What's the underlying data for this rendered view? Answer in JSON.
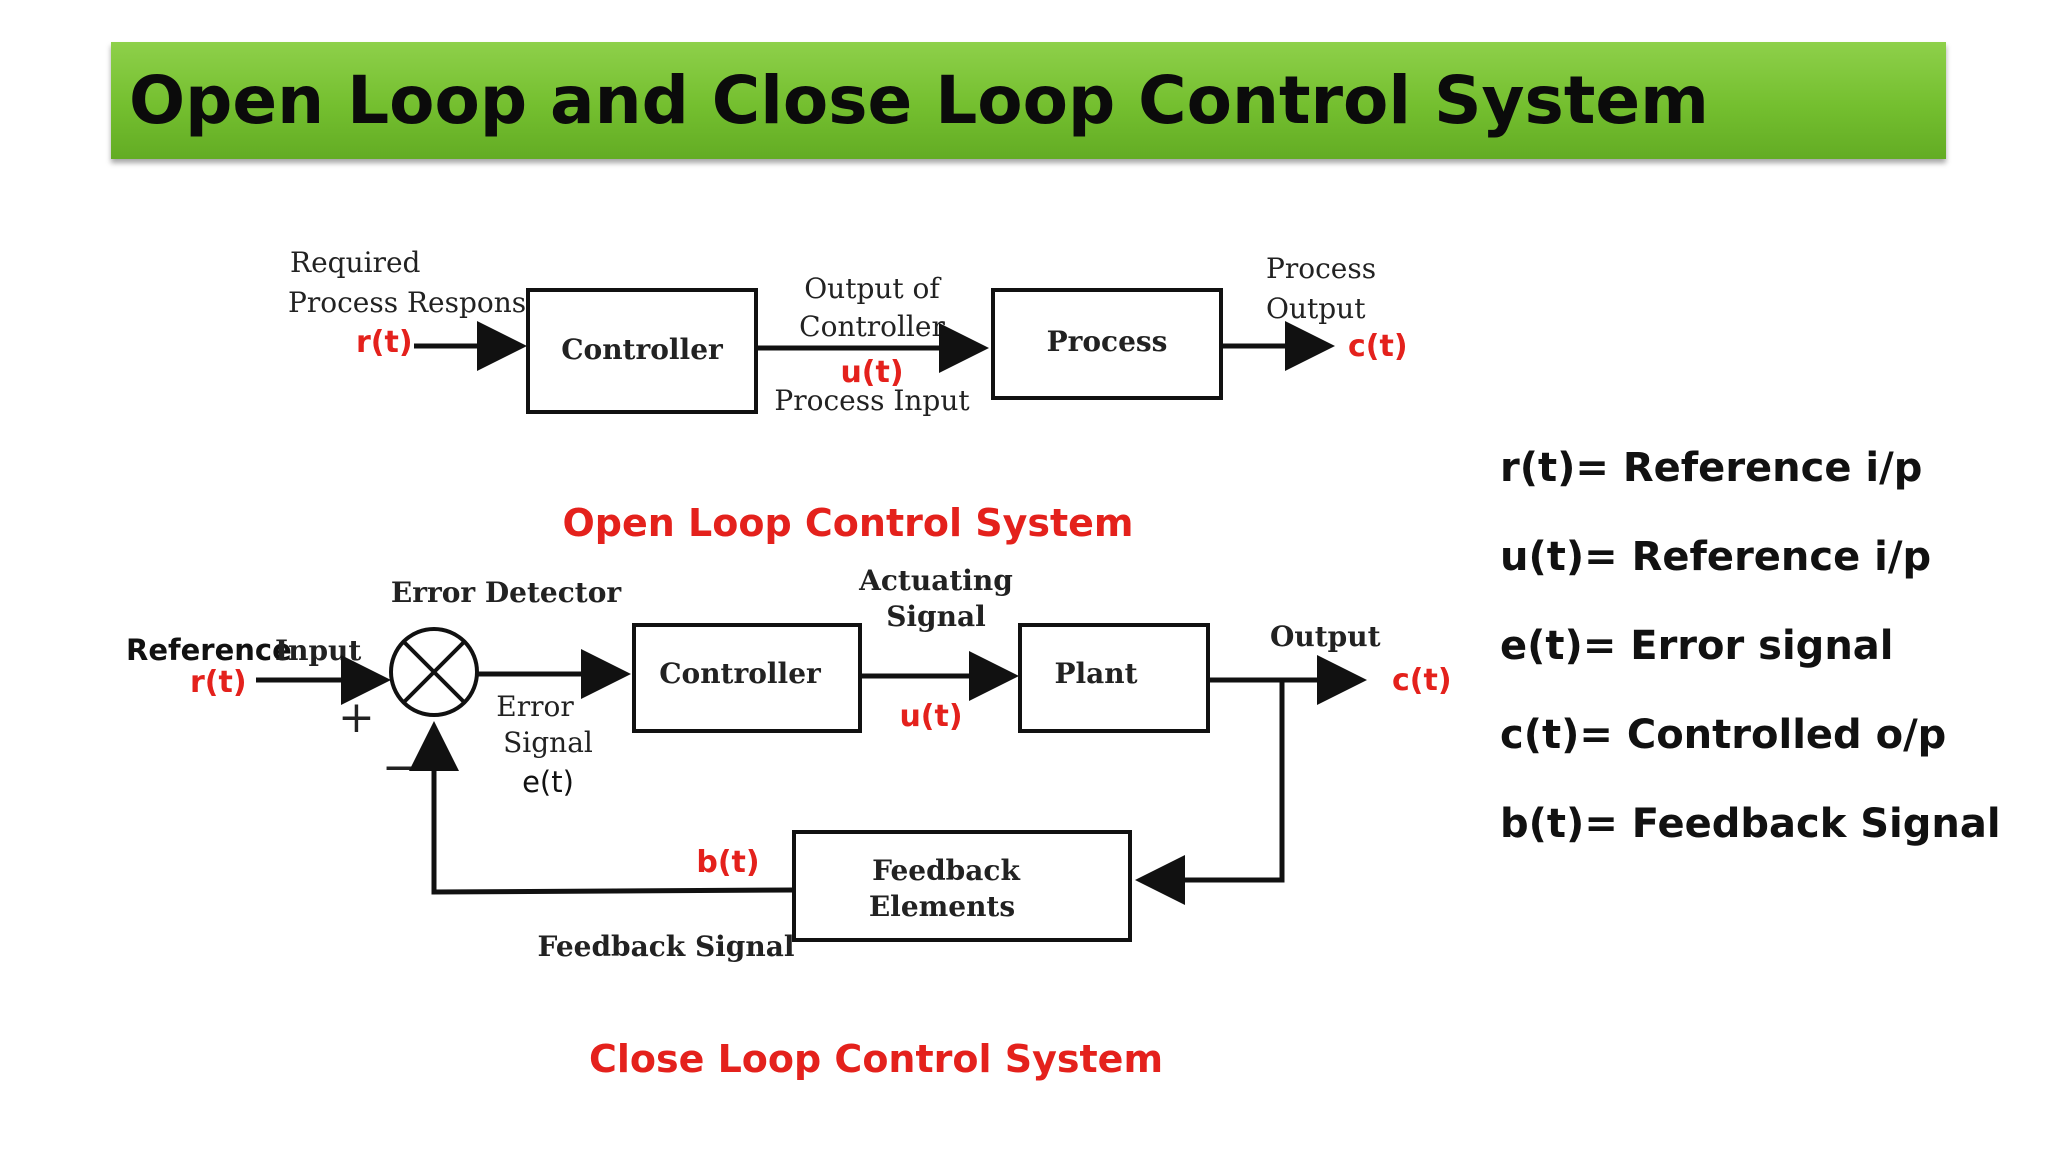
{
  "title": "Open Loop and Close Loop Control System",
  "open_loop": {
    "label_required": "Required",
    "label_process_response": "Process Response",
    "input_signal": "r(t)",
    "controller": "Controller",
    "label_output_of": "Output of",
    "label_controller": "Controller",
    "control_signal": "u(t)",
    "label_process_input": "Process Input",
    "process": "Process",
    "label_process": "Process",
    "label_output": "Output",
    "output_signal": "c(t)",
    "caption": "Open Loop Control System"
  },
  "closed_loop": {
    "label_reference_input_a": "Reference",
    "label_reference_input_b": "Input",
    "input_signal": "r(t)",
    "plus": "+",
    "minus": "−",
    "error_detector": "Error Detector",
    "error_label_a": "Error",
    "error_label_b": "Signal",
    "error_signal": "e(t)",
    "controller": "Controller",
    "actuating_a": "Actuating",
    "actuating_b": "Signal",
    "control_signal": "u(t)",
    "plant": "Plant",
    "label_output": "Output",
    "output_signal": "c(t)",
    "feedback_a": "Feedback",
    "feedback_b": "Elements",
    "feedback_signal": "b(t)",
    "feedback_label": "Feedback Signal",
    "caption": "Close Loop Control System"
  },
  "legend": [
    "r(t)=  Reference i/p",
    "u(t)= Reference i/p",
    "e(t)= Error signal",
    "c(t)= Controlled o/p",
    "b(t)= Feedback Signal"
  ],
  "colors": {
    "title_bar": "#74bf2f",
    "accent_red": "#e4211c"
  }
}
